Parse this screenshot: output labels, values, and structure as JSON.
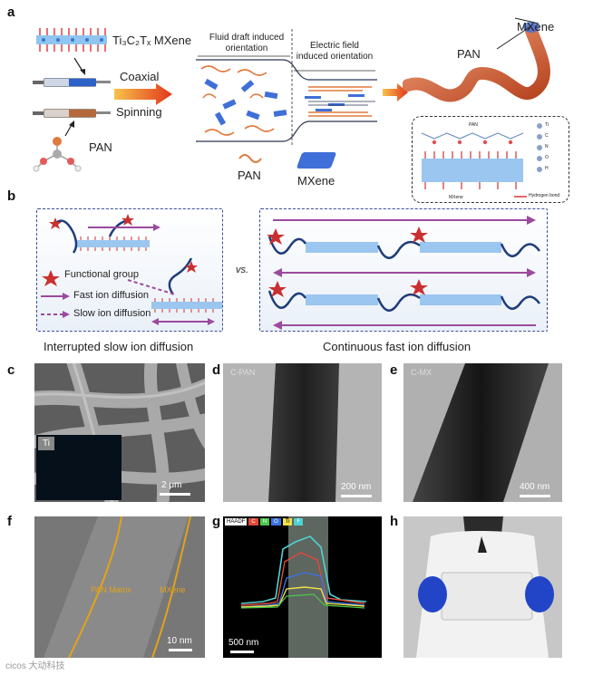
{
  "panels": {
    "a": {
      "letter": "a",
      "mxene_label": "Ti₃C₂Tₓ MXene",
      "coaxial": "Coaxial",
      "spinning": "Spinning",
      "pan_left": "PAN",
      "fluid_draft": "Fluid draft induced orientation",
      "electric_field": "Electric field induced orientation",
      "pan_bottom": "PAN",
      "mxene_bottom": "MXene",
      "fiber_mxene": "MXene",
      "fiber_pan": "PAN",
      "inset_legend": [
        "Ti",
        "C",
        "N",
        "O",
        "H"
      ],
      "inset_hbond": "Hydrogen bond",
      "inset_pan": "PAN",
      "inset_mxene": "MXene"
    },
    "b": {
      "letter": "b",
      "functional_group": "Functional group",
      "fast_ion": "Fast ion diffusion",
      "slow_ion": "Slow ion diffusion",
      "vs": "vs.",
      "left_caption": "Interrupted slow ion diffusion",
      "right_caption": "Continuous fast ion diffusion"
    },
    "c": {
      "letter": "c",
      "element": "Ti",
      "scale": "2 μm"
    },
    "d": {
      "letter": "d",
      "sample": "C-PAN",
      "scale": "200 nm"
    },
    "e": {
      "letter": "e",
      "sample": "C-MX",
      "scale": "400 nm"
    },
    "f": {
      "letter": "f",
      "matrix_label": "PAN Matrix",
      "mxene_label": "MXene",
      "scale": "10 nm"
    },
    "g": {
      "letter": "g",
      "legend": [
        "HAADF",
        "C",
        "N",
        "O",
        "Ti",
        "F"
      ],
      "scale": "500 nm"
    },
    "h": {
      "letter": "h"
    }
  },
  "watermark": "cicos 大动科技",
  "colors": {
    "dash_blue": "#3c4f96",
    "purple_arrow": "#9b4a9e",
    "pan_orange": "#e07a3c",
    "mxene_blue": "#3f6fd8",
    "gold_line": "#e3a21a"
  }
}
